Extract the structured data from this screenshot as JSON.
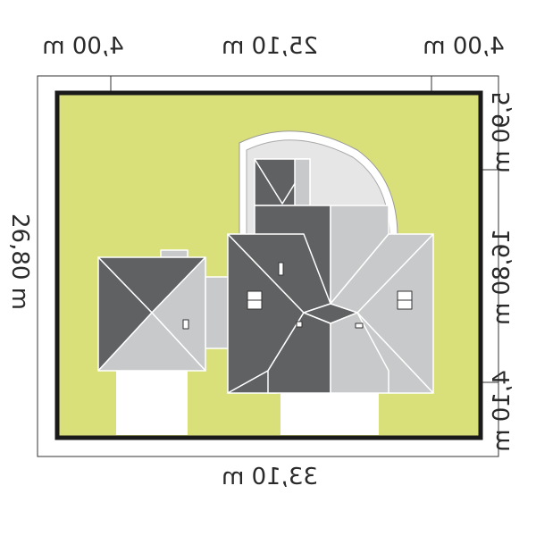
{
  "dimensions": {
    "top_left": "4,00 m",
    "top_center": "25,10 m",
    "top_right": "4,00 m",
    "bottom": "33,10 m",
    "left": "26,80 m",
    "right_top": "5,90 m",
    "right_middle": "16,80 m",
    "right_bottom": "4,10 m"
  },
  "colors": {
    "plot": "#d9e07a",
    "boundary": "#1a1a1a",
    "roof_dark": "#606162",
    "roof_light": "#c8c9ca",
    "roof_edge": "#ffffff",
    "paving": "#ffffff",
    "terrace": "#e6e6e6"
  }
}
